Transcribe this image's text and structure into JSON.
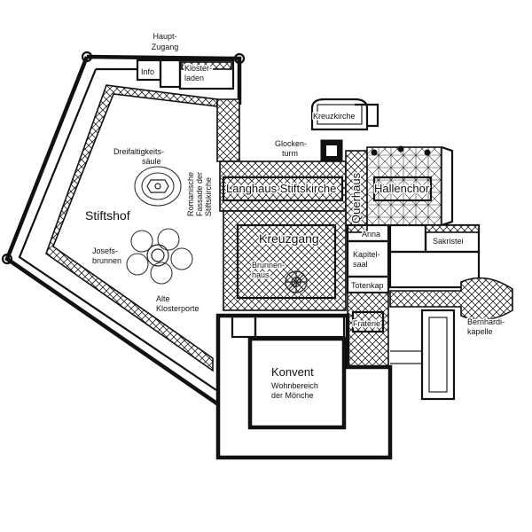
{
  "labels": {
    "haupt_zugang": [
      "Haupt-",
      "Zugang"
    ],
    "info": "Info",
    "klosterladen": [
      "Kloster-",
      "laden"
    ],
    "kreuzkirche": "Kreuzkirche",
    "glockenturm": [
      "Glocken-",
      "turm"
    ],
    "dreifaltigkeitssaeule": [
      "Dreifaltigkeits-",
      "säule"
    ],
    "romanische_fassade": [
      "Romanische",
      "Fassade der",
      "Stiftskirche"
    ],
    "langhaus": "Langhaus Stiftskirche",
    "querhaus": "Querhaus",
    "hallenchor": "Hallenchor",
    "stiftshof": "Stiftshof",
    "kreuzgang": "Kreuzgang",
    "anna": "Anna",
    "sakristei": "Sakristei",
    "josefsbrunnen": [
      "Josefs-",
      "brunnen"
    ],
    "brunnenhaus": [
      "Brunnen-",
      "haus"
    ],
    "kapitelsaal": [
      "Kapitel-",
      "saal"
    ],
    "totenkap": "Totenkap",
    "alte_klosterpforte": [
      "Alte",
      "Klosterporte"
    ],
    "fraterie": "Fraterie",
    "bernhardikapelle": [
      "Bernhardi-",
      "kapelle"
    ],
    "konvent": "Konvent",
    "wohnbereich": [
      "Wohnbereich",
      "der Mönche"
    ]
  },
  "style": {
    "ink": "#111111",
    "paper": "#ffffff"
  }
}
